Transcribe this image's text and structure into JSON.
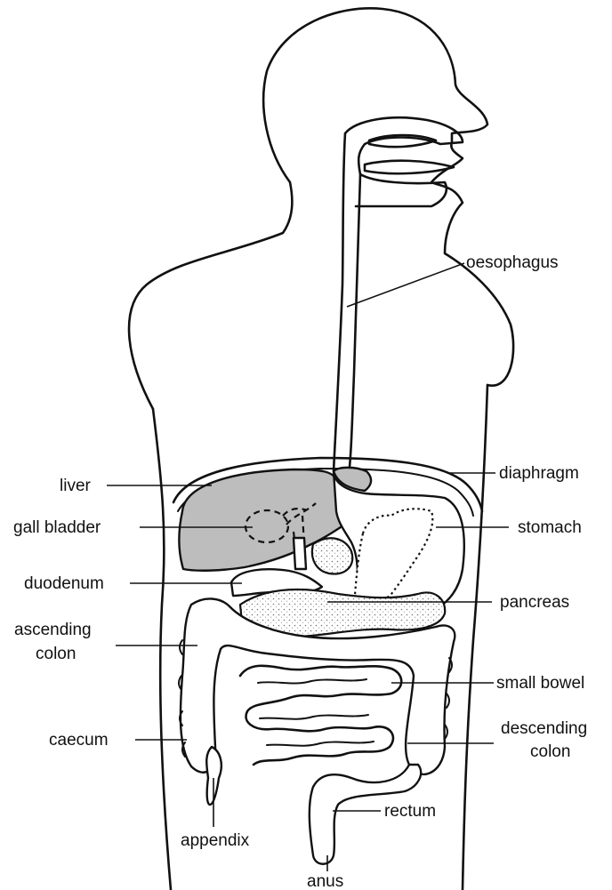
{
  "labels": {
    "oesophagus": "oesophagus",
    "diaphragm": "diaphragm",
    "liver": "liver",
    "gall_bladder": "gall bladder",
    "stomach": "stomach",
    "duodenum": "duodenum",
    "pancreas": "pancreas",
    "ascending_colon_line1": "ascending",
    "ascending_colon_line2": "colon",
    "small_bowel": "small bowel",
    "caecum": "caecum",
    "descending_colon_line1": "descending",
    "descending_colon_line2": "colon",
    "rectum": "rectum",
    "appendix": "appendix",
    "anus": "anus"
  },
  "colors": {
    "outline": "#111111",
    "liver_fill": "#bdbdbd",
    "background": "#ffffff"
  }
}
